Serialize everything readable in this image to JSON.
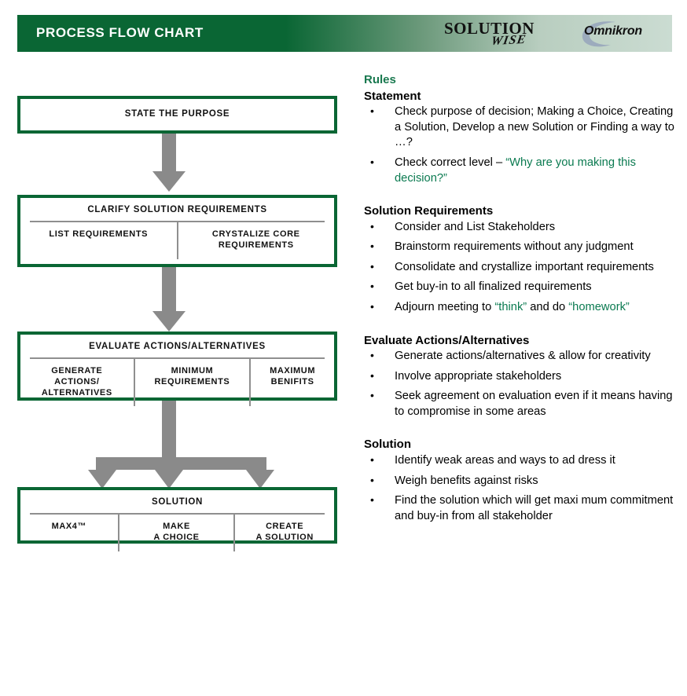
{
  "header": {
    "title": "PROCESS FLOW CHART",
    "logo_solutionwise": {
      "line1": "SOLUTION",
      "line2": "WISE"
    },
    "logo_omnikron": {
      "text": "Omnikron"
    },
    "colors": {
      "green": "#0a6634",
      "pale_green": "#cbdcd2"
    }
  },
  "flowchart": {
    "boxes": [
      {
        "title": "STATE THE PURPOSE",
        "columns": []
      },
      {
        "title": "CLARIFY SOLUTION REQUIREMENTS",
        "columns": [
          "LIST REQUIREMENTS",
          "CRYSTALIZE CORE\nREQUIREMENTS"
        ]
      },
      {
        "title": "EVALUATE ACTIONS/ALTERNATIVES",
        "columns": [
          "GENERATE\nACTIONS/\nALTERNATIVES",
          "MINIMUM\nREQUIREMENTS",
          "MAXIMUM\nBENIFITS"
        ]
      },
      {
        "title": "SOLUTION",
        "columns": [
          "MAX4™",
          "MAKE\nA CHOICE",
          "CREATE\nA SOLUTION"
        ]
      }
    ],
    "arrow_color": "#8a8a8a",
    "border_color": "#0a6634"
  },
  "rules": {
    "heading": "Rules",
    "sections": [
      {
        "heading": "Statement",
        "bullets": [
          {
            "parts": [
              {
                "t": "Check purpose of decision; Making a Choice, Creating a Solution, Develop a new Solution or Finding a way to …?",
                "c": "black"
              }
            ]
          },
          {
            "parts": [
              {
                "t": "Check correct level – ",
                "c": "black"
              },
              {
                "t": "“Why are you making this decision?”",
                "c": "green"
              }
            ]
          }
        ]
      },
      {
        "heading": "Solution Requirements",
        "bullets": [
          {
            "parts": [
              {
                "t": "Consider and List Stakeholders",
                "c": "black"
              }
            ]
          },
          {
            "parts": [
              {
                "t": "Brainstorm requirements without any judgment",
                "c": "black"
              }
            ]
          },
          {
            "parts": [
              {
                "t": "Consolidate and crystallize important requirements",
                "c": "black"
              }
            ]
          },
          {
            "parts": [
              {
                "t": "Get buy-in to all finalized requirements",
                "c": "black"
              }
            ]
          },
          {
            "parts": [
              {
                "t": "Adjourn meeting to ",
                "c": "black"
              },
              {
                "t": "“think”",
                "c": "green"
              },
              {
                "t": " and do ",
                "c": "black"
              },
              {
                "t": "“homework”",
                "c": "green"
              }
            ]
          }
        ]
      },
      {
        "heading": "Evaluate Actions/Alternatives",
        "bullets": [
          {
            "parts": [
              {
                "t": "Generate actions/alternatives & allow for creativity",
                "c": "black"
              }
            ]
          },
          {
            "parts": [
              {
                "t": "Involve appropriate stakeholders",
                "c": "black"
              }
            ]
          },
          {
            "parts": [
              {
                "t": "Seek agreement on evaluation even if it means having to compromise in some areas",
                "c": "black"
              }
            ]
          }
        ]
      },
      {
        "heading": "Solution",
        "bullets": [
          {
            "parts": [
              {
                "t": "Identify weak areas and ways to ad dress it",
                "c": "black"
              }
            ]
          },
          {
            "parts": [
              {
                "t": "Weigh benefits against risks",
                "c": "black"
              }
            ]
          },
          {
            "parts": [
              {
                "t": "Find the solution which will get maxi mum commitment and buy-in from all stakeholder",
                "c": "black"
              }
            ]
          }
        ]
      }
    ],
    "bullet_glyph": "•",
    "colors": {
      "heading_green": "#19794f",
      "accent_green": "#0a7a50"
    }
  }
}
